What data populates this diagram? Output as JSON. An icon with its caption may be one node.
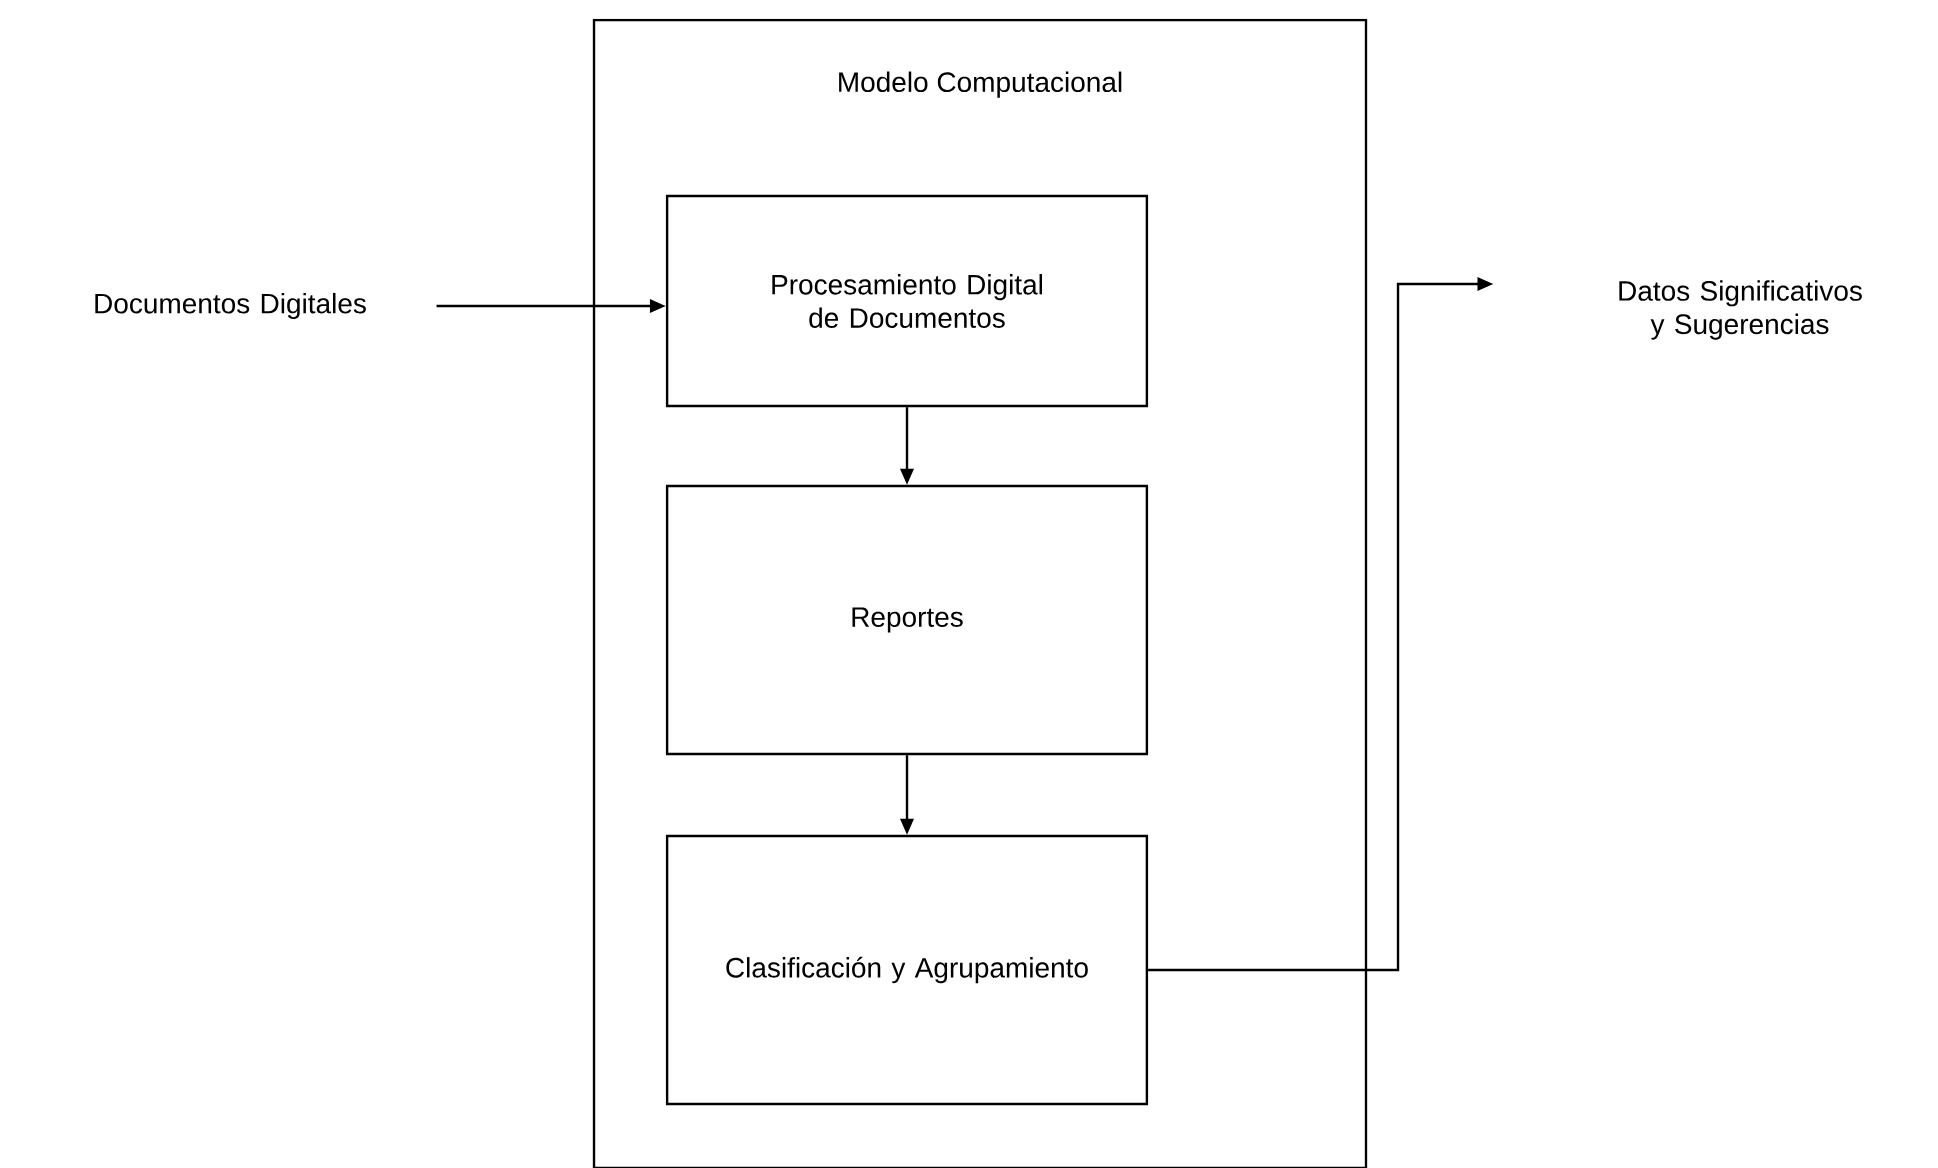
{
  "diagram": {
    "nodes": [
      {
        "text": [
          "Modelo Computacional"
        ]
      },
      {
        "text": [
          "Procesamiento Digital de Documentos"
        ],
        "in": 0
      },
      {
        "text": [
          "Reportes"
        ],
        "in": 0
      },
      {
        "text": [
          "Clasificación y Agrupamiento"
        ],
        "in": 0
      },
      {
        "text": [
          "Documentos Digitales"
        ]
      },
      {
        "text": [
          "Datos Significativos y Sugerencias"
        ]
      }
    ],
    "edges": [
      {
        "from": 4,
        "to": 1,
        "arrow": "to"
      },
      {
        "from": 1,
        "to": 2,
        "arrow": "to"
      },
      {
        "from": 2,
        "to": 3,
        "arrow": "to"
      },
      {
        "from": 3,
        "to": 5,
        "arrow": "to"
      }
    ]
  }
}
